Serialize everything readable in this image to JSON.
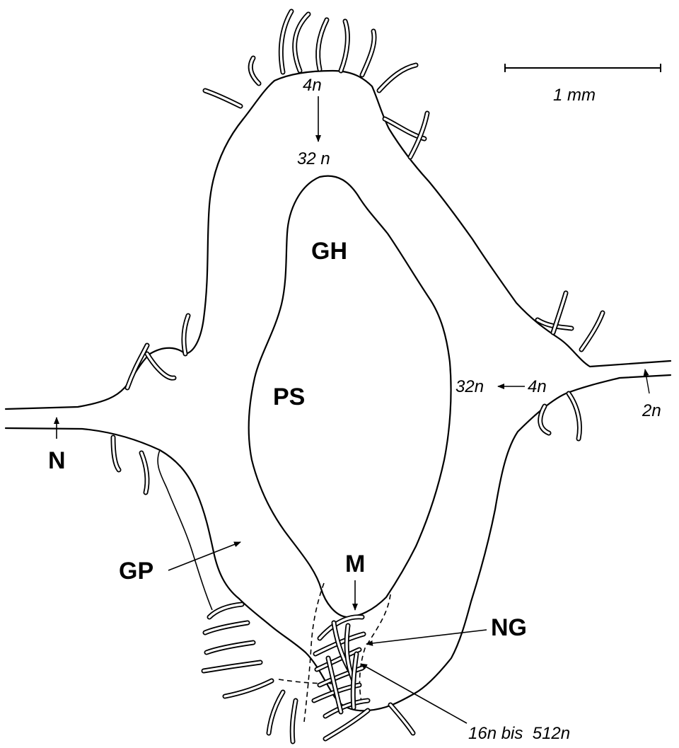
{
  "scale_bar": {
    "label": "1 mm"
  },
  "labels": {
    "gh": "GH",
    "ps": "PS",
    "gp": "GP",
    "n": "N",
    "m": "M",
    "ng": "NG",
    "top_4n": "4n",
    "top_32n": "32 n",
    "right_32n": "32n",
    "right_4n": "4n",
    "right_2n": "2n",
    "bottom_range": "16n bis  512n"
  }
}
